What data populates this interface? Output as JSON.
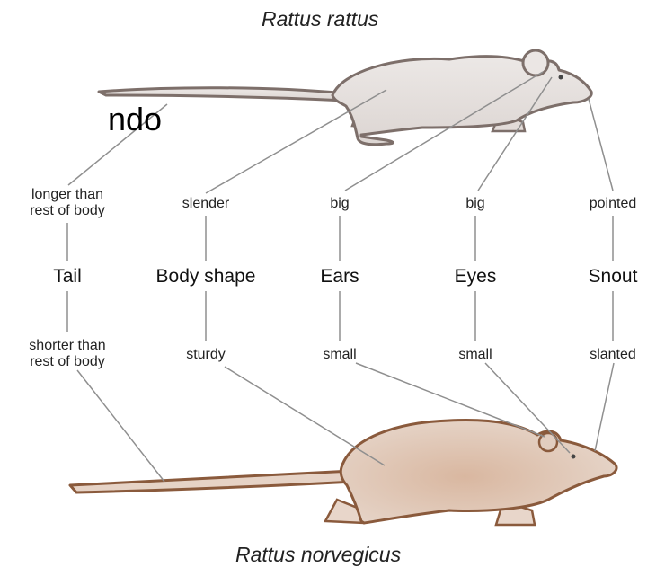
{
  "titles": {
    "top": "Rattus rattus",
    "bottom": "Rattus norvegicus"
  },
  "fragment_text": "ndo",
  "traits": [
    {
      "category": "Tail",
      "top_line1": "longer than",
      "top_line2": "rest of body",
      "bottom_line1": "shorter than",
      "bottom_line2": "rest of body"
    },
    {
      "category": "Body shape",
      "top": "slender",
      "bottom": "sturdy"
    },
    {
      "category": "Ears",
      "top": "big",
      "bottom": "small"
    },
    {
      "category": "Eyes",
      "top": "big",
      "bottom": "small"
    },
    {
      "category": "Snout",
      "top": "pointed",
      "bottom": "slanted"
    }
  ],
  "colors": {
    "rattus_fill": "#e8e3e1",
    "rattus_outline": "#7d6f6a",
    "norvegicus_fill": "#e2cfc2",
    "norvegicus_shade": "#d8b8a2",
    "norvegicus_outline": "#8a5a3c",
    "connector": "#8f8f8f"
  }
}
